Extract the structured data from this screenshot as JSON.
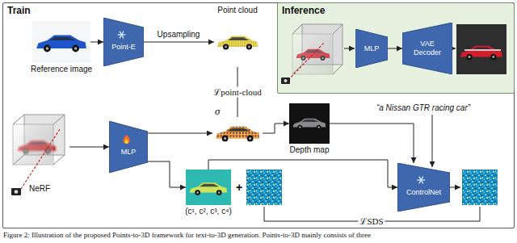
{
  "diagram": {
    "caption": "Figure 2: Illustration of the proposed Points-to-3D framework for text-to-3D generation. Points-to-3D mainly consists of three",
    "nodes": [
      {
        "text": [
          "Train"
        ]
      },
      {
        "text": [
          "Inference"
        ]
      },
      {
        "text": [
          "MLP"
        ],
        "in": 1
      },
      {
        "text": [
          "VAE Decoder"
        ],
        "in": 1
      },
      {
        "text": [
          "Reference image"
        ],
        "in": 0
      },
      {
        "text": [
          "Point-E"
        ],
        "in": 0
      },
      {
        "text": [
          "Point cloud"
        ],
        "in": 0
      },
      {
        "text": [
          "NeRF"
        ],
        "in": 0
      },
      {
        "text": [
          "MLP"
        ],
        "in": 0
      },
      {
        "text": [
          "σ"
        ],
        "in": 0
      },
      {
        "text": [
          "Depth map"
        ],
        "in": 0
      },
      {
        "text": [
          "(c¹, c², c³, c⁴)"
        ],
        "in": 0
      },
      {
        "text": [
          "ControlNet"
        ],
        "in": 0
      }
    ],
    "edges": [
      {
        "from": 4,
        "to": 5,
        "arrow": "to"
      },
      {
        "from": 5,
        "to": 6,
        "arrow": "to",
        "label": "Upsampling"
      },
      {
        "from": 6,
        "to": 9,
        "arrow": "none",
        "label": "ℒpoint-cloud"
      },
      {
        "from": 7,
        "to": 8,
        "arrow": "to"
      },
      {
        "from": 8,
        "to": 9,
        "arrow": "to"
      },
      {
        "from": 8,
        "to": 11,
        "arrow": "to"
      },
      {
        "from": 9,
        "to": 10,
        "arrow": "to"
      },
      {
        "from": 10,
        "to": 12,
        "arrow": "to"
      },
      {
        "from": 11,
        "to": 12,
        "arrow": "to"
      },
      {
        "from": 2,
        "to": 3,
        "arrow": "to"
      }
    ],
    "labels": [
      "“a Nissan GTR racing car”",
      "+",
      "ℒSDS"
    ]
  }
}
